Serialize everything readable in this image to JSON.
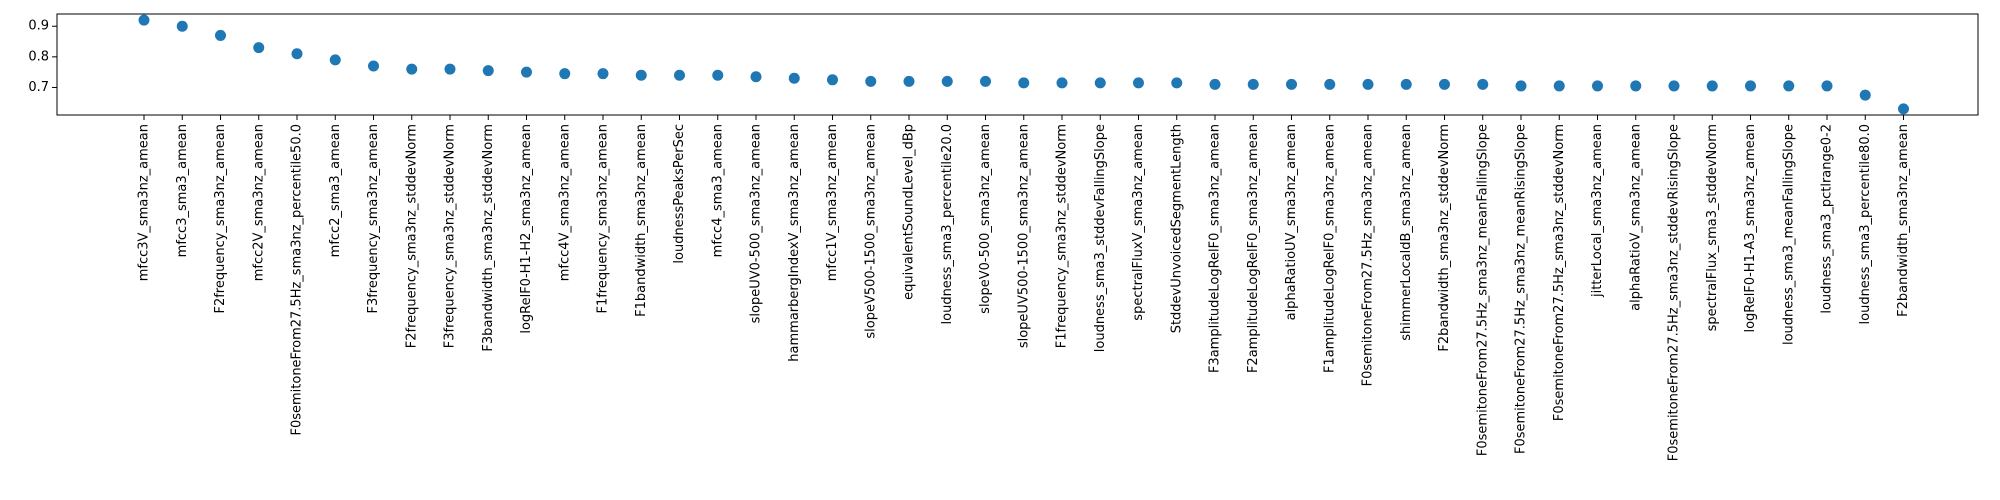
{
  "chart_data": {
    "type": "scatter",
    "title": "",
    "xlabel": "",
    "ylabel": "",
    "ylim": [
      0.61,
      0.94
    ],
    "yticks": [
      0.7,
      0.8,
      0.9
    ],
    "ytick_labels": [
      "0.7",
      "0.8",
      "0.9"
    ],
    "grid": false,
    "marker_color": "#1f77b4",
    "categories": [
      "mfcc3V_sma3nz_amean",
      "mfcc3_sma3_amean",
      "F2frequency_sma3nz_amean",
      "mfcc2V_sma3nz_amean",
      "F0semitoneFrom27.5Hz_sma3nz_percentile50.0",
      "mfcc2_sma3_amean",
      "F3frequency_sma3nz_amean",
      "F2frequency_sma3nz_stddevNorm",
      "F3frequency_sma3nz_stddevNorm",
      "F3bandwidth_sma3nz_stddevNorm",
      "logRelF0-H1-H2_sma3nz_amean",
      "mfcc4V_sma3nz_amean",
      "F1frequency_sma3nz_amean",
      "F1bandwidth_sma3nz_amean",
      "loudnessPeaksPerSec",
      "mfcc4_sma3_amean",
      "slopeUV0-500_sma3nz_amean",
      "hammarbergIndexV_sma3nz_amean",
      "mfcc1V_sma3nz_amean",
      "slopeV500-1500_sma3nz_amean",
      "equivalentSoundLevel_dBp",
      "loudness_sma3_percentile20.0",
      "slopeV0-500_sma3nz_amean",
      "slopeUV500-1500_sma3nz_amean",
      "F1frequency_sma3nz_stddevNorm",
      "loudness_sma3_stddevFallingSlope",
      "spectralFluxV_sma3nz_amean",
      "StddevUnvoicedSegmentLength",
      "F3amplitudeLogRelF0_sma3nz_amean",
      "F2amplitudeLogRelF0_sma3nz_amean",
      "alphaRatioUV_sma3nz_amean",
      "F1amplitudeLogRelF0_sma3nz_amean",
      "F0semitoneFrom27.5Hz_sma3nz_amean",
      "shimmerLocaldB_sma3nz_amean",
      "F2bandwidth_sma3nz_stddevNorm",
      "F0semitoneFrom27.5Hz_sma3nz_meanFallingSlope",
      "F0semitoneFrom27.5Hz_sma3nz_meanRisingSlope",
      "F0semitoneFrom27.5Hz_sma3nz_stddevNorm",
      "jitterLocal_sma3nz_amean",
      "alphaRatioV_sma3nz_amean",
      "F0semitoneFrom27.5Hz_sma3nz_stddevRisingSlope",
      "spectralFlux_sma3_stddevNorm",
      "logRelF0-H1-A3_sma3nz_amean",
      "loudness_sma3_meanFallingSlope",
      "loudness_sma3_pctlrange0-2",
      "loudness_sma3_percentile80.0",
      "F2bandwidth_sma3nz_amean"
    ],
    "values": [
      0.92,
      0.9,
      0.87,
      0.83,
      0.81,
      0.79,
      0.77,
      0.76,
      0.76,
      0.755,
      0.75,
      0.745,
      0.745,
      0.74,
      0.74,
      0.74,
      0.735,
      0.73,
      0.725,
      0.72,
      0.72,
      0.72,
      0.72,
      0.715,
      0.715,
      0.715,
      0.715,
      0.715,
      0.71,
      0.71,
      0.71,
      0.71,
      0.71,
      0.71,
      0.71,
      0.71,
      0.705,
      0.705,
      0.705,
      0.705,
      0.705,
      0.705,
      0.705,
      0.705,
      0.705,
      0.675,
      0.63
    ]
  }
}
